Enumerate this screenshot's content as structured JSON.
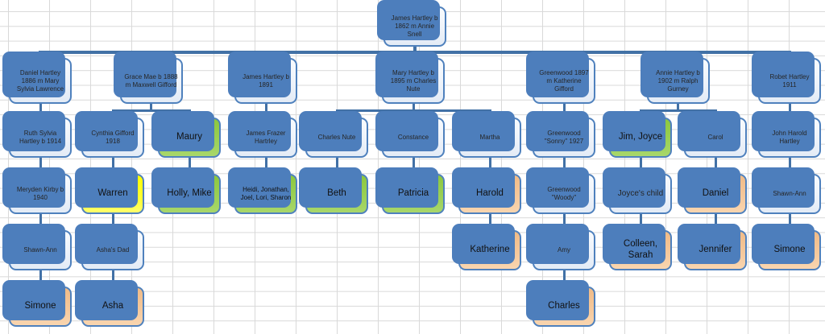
{
  "diagram": {
    "type": "family-tree-org-chart",
    "root": "james1862"
  },
  "colors": {
    "border": "#4f81bd",
    "shadow": "#4d7ebc",
    "connector": "#4271a6",
    "grid": "#d9d9d9",
    "green": "#8cc73e",
    "yellow": "#ffff00",
    "orange": "#f0bb87",
    "default_fill": "#eef3fa"
  },
  "nodes": {
    "james1862": {
      "label": "James Hartley b 1862 m Annie Snell",
      "row": 0,
      "col": null,
      "fill": "d",
      "size": "s"
    },
    "daniel1886": {
      "label": "Daniel Hartley 1886 m Mary Sylvia Lawrence",
      "row": 1,
      "col": null,
      "fill": "d",
      "size": "s"
    },
    "grace1888": {
      "label": "Grace Mae b 1888 m Maxwell Gifford",
      "row": 1,
      "col": null,
      "fill": "d",
      "size": "s"
    },
    "james1891": {
      "label": "James Hartley b 1891",
      "row": 1,
      "col": null,
      "fill": "d",
      "size": "s"
    },
    "mary1895": {
      "label": "Mary Hartley b 1895 m Charles Nute",
      "row": 1,
      "col": null,
      "fill": "d",
      "size": "s"
    },
    "greenwood1897": {
      "label": "Greenwood 1897 m Katherine Gifford",
      "row": 1,
      "col": null,
      "fill": "d",
      "size": "s"
    },
    "annie1902": {
      "label": "Annie Hartley b 1902 m Ralph Gurney",
      "row": 1,
      "col": null,
      "fill": "d",
      "size": "s"
    },
    "robet1911": {
      "label": "Robet Hartley 1911",
      "row": 1,
      "col": null,
      "fill": "d",
      "size": "s"
    },
    "ruth1914": {
      "label": "Ruth Sylvia Hartley b 1914",
      "row": 2,
      "col": 0,
      "fill": "d",
      "size": "s"
    },
    "cynthia1918": {
      "label": "Cynthia Gifford 1918",
      "row": 2,
      "col": 1,
      "fill": "d",
      "size": "s"
    },
    "maury": {
      "label": "Maury",
      "row": 2,
      "col": 2,
      "fill": "g",
      "size": "l"
    },
    "jamesfrazer": {
      "label": "James Frazer Hartrley",
      "row": 2,
      "col": 3,
      "fill": "d",
      "size": "s"
    },
    "charlesnute": {
      "label": "Charles Nute",
      "row": 2,
      "col": 4,
      "fill": "d",
      "size": "s"
    },
    "constance": {
      "label": "Constance",
      "row": 2,
      "col": 5,
      "fill": "d",
      "size": "s"
    },
    "martha": {
      "label": "Martha",
      "row": 2,
      "col": 6,
      "fill": "d",
      "size": "s"
    },
    "sonny1927": {
      "label": "Greenwood \"Sonny\" 1927",
      "row": 2,
      "col": 7,
      "fill": "d",
      "size": "s"
    },
    "jimjoyce": {
      "label": "Jim, Joyce",
      "row": 2,
      "col": 8,
      "fill": "g",
      "size": "l"
    },
    "carol": {
      "label": "Carol",
      "row": 2,
      "col": 9,
      "fill": "d",
      "size": "s"
    },
    "johnharold": {
      "label": "John Harold Hartley",
      "row": 2,
      "col": 10,
      "fill": "d",
      "size": "s"
    },
    "meryden1940": {
      "label": "Meryden Kirby b 1940",
      "row": 3,
      "col": 0,
      "fill": "d",
      "size": "s"
    },
    "warren": {
      "label": "Warren",
      "row": 3,
      "col": 1,
      "fill": "y",
      "size": "l"
    },
    "hollymike": {
      "label": "Holly, Mike",
      "row": 3,
      "col": 2,
      "fill": "g",
      "size": "l"
    },
    "heidietal": {
      "label": "Heidi, Jonathan, Joel, Lori, Sharon",
      "row": 3,
      "col": 3,
      "fill": "g",
      "size": "s"
    },
    "beth": {
      "label": "Beth",
      "row": 3,
      "col": 4,
      "fill": "g",
      "size": "l"
    },
    "patricia": {
      "label": "Patricia",
      "row": 3,
      "col": 5,
      "fill": "g",
      "size": "l"
    },
    "harold": {
      "label": "Harold",
      "row": 3,
      "col": 6,
      "fill": "o",
      "size": "l"
    },
    "woody": {
      "label": "Greenwood \"Woody\"",
      "row": 3,
      "col": 7,
      "fill": "d",
      "size": "s"
    },
    "joyceschild": {
      "label": "Joyce's child",
      "row": 3,
      "col": 8,
      "fill": "d",
      "size": "m"
    },
    "daniel2": {
      "label": "Daniel",
      "row": 3,
      "col": 9,
      "fill": "o",
      "size": "l"
    },
    "shawnann2": {
      "label": "Shawn-Ann",
      "row": 3,
      "col": 10,
      "fill": "d",
      "size": "s"
    },
    "shawnann1": {
      "label": "Shawn-Ann",
      "row": 4,
      "col": 0,
      "fill": "d",
      "size": "s"
    },
    "ashasdad": {
      "label": "Asha's Dad",
      "row": 4,
      "col": 1,
      "fill": "d",
      "size": "s"
    },
    "katherine": {
      "label": "Katherine",
      "row": 4,
      "col": 6,
      "fill": "o",
      "size": "l"
    },
    "amy": {
      "label": "Amy",
      "row": 4,
      "col": 7,
      "fill": "d",
      "size": "s"
    },
    "colleensarah": {
      "label": "Colleen, Sarah",
      "row": 4,
      "col": 8,
      "fill": "o",
      "size": "l"
    },
    "jennifer": {
      "label": "Jennifer",
      "row": 4,
      "col": 9,
      "fill": "o",
      "size": "l"
    },
    "simone2": {
      "label": "Simone",
      "row": 4,
      "col": 10,
      "fill": "o",
      "size": "l"
    },
    "simone1": {
      "label": "Simone",
      "row": 5,
      "col": 0,
      "fill": "o",
      "size": "l"
    },
    "asha": {
      "label": "Asha",
      "row": 5,
      "col": 1,
      "fill": "o",
      "size": "l"
    },
    "charles": {
      "label": "Charles",
      "row": 5,
      "col": 7,
      "fill": "o",
      "size": "l"
    }
  },
  "edges": {
    "james1862": [
      "daniel1886",
      "grace1888",
      "james1891",
      "mary1895",
      "greenwood1897",
      "annie1902",
      "robet1911"
    ],
    "daniel1886": [
      "ruth1914"
    ],
    "grace1888": [
      "cynthia1918",
      "maury"
    ],
    "james1891": [
      "jamesfrazer"
    ],
    "mary1895": [
      "charlesnute",
      "constance",
      "martha"
    ],
    "greenwood1897": [
      "sonny1927"
    ],
    "annie1902": [
      "jimjoyce",
      "carol"
    ],
    "robet1911": [
      "johnharold"
    ],
    "ruth1914": [
      "meryden1940"
    ],
    "cynthia1918": [
      "warren"
    ],
    "maury": [
      "hollymike"
    ],
    "jamesfrazer": [
      "heidietal"
    ],
    "charlesnute": [
      "beth"
    ],
    "constance": [
      "patricia"
    ],
    "martha": [
      "harold"
    ],
    "sonny1927": [
      "woody"
    ],
    "jimjoyce": [
      "joyceschild"
    ],
    "carol": [
      "daniel2"
    ],
    "johnharold": [
      "shawnann2"
    ],
    "meryden1940": [
      "shawnann1"
    ],
    "warren": [
      "ashasdad"
    ],
    "harold": [
      "katherine"
    ],
    "woody": [
      "amy"
    ],
    "joyceschild": [
      "colleensarah"
    ],
    "daniel2": [
      "jennifer"
    ],
    "shawnann2": [
      "simone2"
    ],
    "shawnann1": [
      "simone1"
    ],
    "ashasdad": [
      "asha"
    ],
    "amy": [
      "charles"
    ]
  }
}
